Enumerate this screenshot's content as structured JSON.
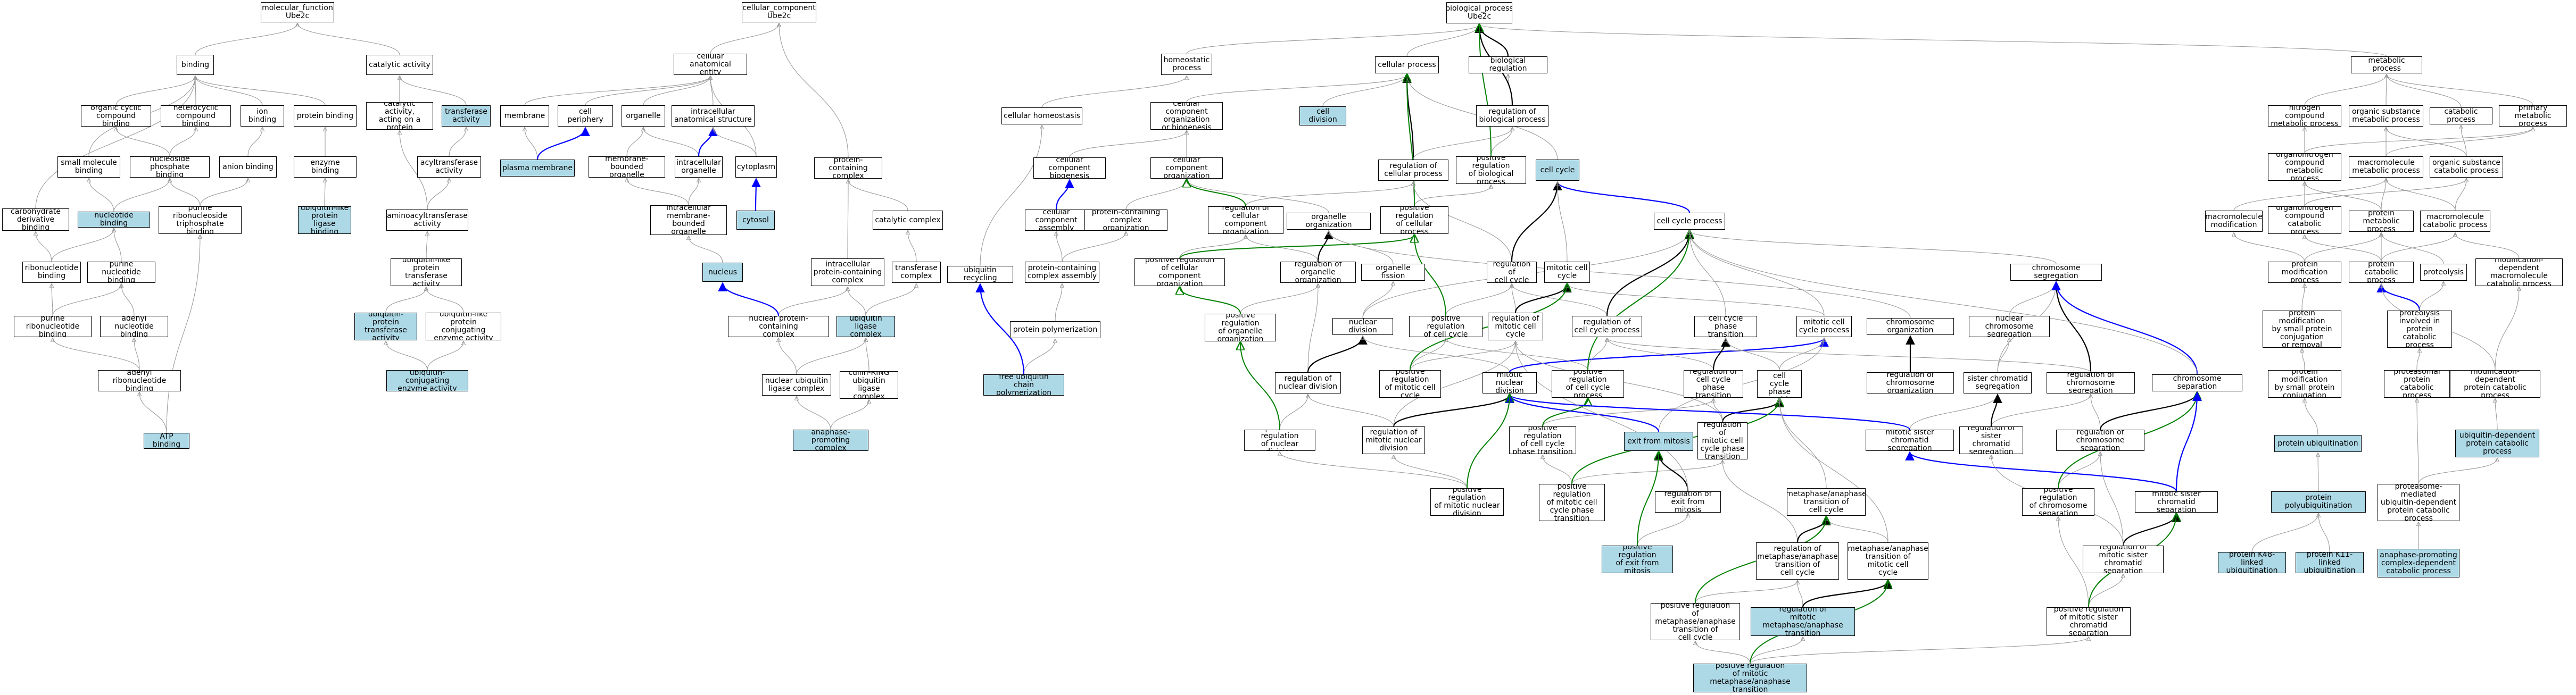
{
  "graph": {
    "colors": {
      "highlight_fill": "#add8e6",
      "edge_gray": "#9a9a9a",
      "edge_black": "#000000",
      "edge_blue": "#0000ff",
      "edge_green": "#008000"
    },
    "nodes": [
      {
        "id": "mf",
        "label": "molecular_function\nUbe2c"
      },
      {
        "id": "binding",
        "label": "binding"
      },
      {
        "id": "catact",
        "label": "catalytic activity"
      },
      {
        "id": "ocb",
        "label": "organic cyclic\ncompound binding"
      },
      {
        "id": "hcb",
        "label": "heterocyclic\ncompound binding"
      },
      {
        "id": "ionb",
        "label": "ion binding"
      },
      {
        "id": "protb",
        "label": "protein binding"
      },
      {
        "id": "cact_prot",
        "label": "catalytic activity,\nacting on a\nprotein"
      },
      {
        "id": "transf",
        "label": "transferase\nactivity",
        "hl": true
      },
      {
        "id": "smb",
        "label": "small molecule\nbinding"
      },
      {
        "id": "npb",
        "label": "nucleoside phosphate\nbinding"
      },
      {
        "id": "anionb",
        "label": "anion binding"
      },
      {
        "id": "enzb",
        "label": "enzyme binding"
      },
      {
        "id": "acyl",
        "label": "acyltransferase\nactivity"
      },
      {
        "id": "carb",
        "label": "carbohydrate\nderivative binding"
      },
      {
        "id": "nucb",
        "label": "nucleotide binding",
        "hl": true
      },
      {
        "id": "prntp",
        "label": "purine ribonucleoside\ntriphosphate\nbinding"
      },
      {
        "id": "ubl_lig",
        "label": "ubiquitin-like\nprotein ligase\nbinding",
        "hl": true
      },
      {
        "id": "aminoacyl",
        "label": "aminoacyltransferase\nactivity"
      },
      {
        "id": "ribonucb",
        "label": "ribonucleotide\nbinding"
      },
      {
        "id": "purnucb",
        "label": "purine nucleotide\nbinding"
      },
      {
        "id": "ublptr",
        "label": "ubiquitin-like\nprotein transferase\nactivity"
      },
      {
        "id": "prnb",
        "label": "purine ribonucleotide\nbinding"
      },
      {
        "id": "adnb",
        "label": "adenyl nucleotide\nbinding"
      },
      {
        "id": "uptr",
        "label": "ubiquitin-protein\ntransferase\nactivity",
        "hl": true
      },
      {
        "id": "ublconj",
        "label": "ubiquitin-like\nprotein conjugating\nenzyme activity"
      },
      {
        "id": "adrnb",
        "label": "adenyl ribonucleotide\nbinding"
      },
      {
        "id": "ubconj",
        "label": "ubiquitin-conjugating\nenzyme activity",
        "hl": true
      },
      {
        "id": "atpb",
        "label": "ATP binding",
        "hl": true
      },
      {
        "id": "cc",
        "label": "cellular_component\nUbe2c"
      },
      {
        "id": "cae",
        "label": "cellular anatomical\nentity"
      },
      {
        "id": "membrane",
        "label": "membrane"
      },
      {
        "id": "cellper",
        "label": "cell periphery"
      },
      {
        "id": "organelle",
        "label": "organelle"
      },
      {
        "id": "icanat",
        "label": "intracellular\nanatomical structure"
      },
      {
        "id": "plasmam",
        "label": "plasma membrane",
        "hl": true
      },
      {
        "id": "mbo",
        "label": "membrane-bounded\norganelle"
      },
      {
        "id": "icorg",
        "label": "intracellular\norganelle"
      },
      {
        "id": "cytoplasm",
        "label": "cytoplasm"
      },
      {
        "id": "icmbo",
        "label": "intracellular\nmembrane-bounded\norganelle"
      },
      {
        "id": "cytosol",
        "label": "cytosol",
        "hl": true
      },
      {
        "id": "nucleus",
        "label": "nucleus",
        "hl": true
      },
      {
        "id": "pcc",
        "label": "protein-containing\ncomplex"
      },
      {
        "id": "catcx",
        "label": "catalytic complex"
      },
      {
        "id": "icpcc",
        "label": "intracellular\nprotein-containing\ncomplex"
      },
      {
        "id": "trcx",
        "label": "transferase\ncomplex"
      },
      {
        "id": "npcc",
        "label": "nuclear protein-containing\ncomplex"
      },
      {
        "id": "ubligcx",
        "label": "ubiquitin ligase\ncomplex",
        "hl": true
      },
      {
        "id": "nuligcx",
        "label": "nuclear ubiquitin\nligase complex"
      },
      {
        "id": "cullin",
        "label": "cullin-RING\nubiquitin ligase\ncomplex"
      },
      {
        "id": "apc",
        "label": "anaphase-promoting\ncomplex",
        "hl": true
      },
      {
        "id": "bp",
        "label": "biological_process\nUbe2c"
      },
      {
        "id": "homeo",
        "label": "homeostatic\nprocess"
      },
      {
        "id": "cellproc",
        "label": "cellular process"
      },
      {
        "id": "celldiv",
        "label": "cell division",
        "hl": true
      },
      {
        "id": "bioreg",
        "label": "biological regulation"
      },
      {
        "id": "regbio",
        "label": "regulation of\nbiological process"
      },
      {
        "id": "metab",
        "label": "metabolic process"
      },
      {
        "id": "cellhomeo",
        "label": "cellular homeostasis"
      },
      {
        "id": "ccob",
        "label": "cellular component\norganization\nor biogenesis"
      },
      {
        "id": "regcell",
        "label": "regulation of\ncellular process"
      },
      {
        "id": "posbio",
        "label": "positive regulation\nof biological\nprocess"
      },
      {
        "id": "cellcycle",
        "label": "cell cycle",
        "hl": true
      },
      {
        "id": "nitro",
        "label": "nitrogen compound\nmetabolic process"
      },
      {
        "id": "osmp",
        "label": "organic substance\nmetabolic process"
      },
      {
        "id": "catab",
        "label": "catabolic process"
      },
      {
        "id": "primmet",
        "label": "primary metabolic\nprocess"
      },
      {
        "id": "ccbio",
        "label": "cellular component\nbiogenesis"
      },
      {
        "id": "cco",
        "label": "cellular component\norganization"
      },
      {
        "id": "orgorg",
        "label": "organelle organization"
      },
      {
        "id": "poscell",
        "label": "positive regulation\nof cellular\nprocess"
      },
      {
        "id": "cellcycproc",
        "label": "cell cycle process"
      },
      {
        "id": "orgnitro",
        "label": "organonitrogen\ncompound metabolic\nprocess"
      },
      {
        "id": "macromet",
        "label": "macromolecule\nmetabolic process"
      },
      {
        "id": "oscat",
        "label": "organic substance\ncatabolic process"
      },
      {
        "id": "ccass",
        "label": "cellular component\nassembly"
      },
      {
        "id": "pccorg",
        "label": "protein-containing\ncomplex organization"
      },
      {
        "id": "regcco",
        "label": "regulation of\ncellular component\norganization"
      },
      {
        "id": "regorg",
        "label": "regulation of\norganelle organization"
      },
      {
        "id": "orgfis",
        "label": "organelle fission"
      },
      {
        "id": "regcc",
        "label": "regulation of\ncell cycle"
      },
      {
        "id": "mitcc",
        "label": "mitotic cell\ncycle"
      },
      {
        "id": "chromseg",
        "label": "chromosome segregation"
      },
      {
        "id": "macmod",
        "label": "macromolecule\nmodification"
      },
      {
        "id": "orgnitrocat",
        "label": "organonitrogen\ncompound catabolic\nprocess"
      },
      {
        "id": "protmet",
        "label": "protein metabolic\nprocess"
      },
      {
        "id": "macrocat",
        "label": "macromolecule\ncatabolic process"
      },
      {
        "id": "ubrecyc",
        "label": "ubiquitin recycling"
      },
      {
        "id": "pccass",
        "label": "protein-containing\ncomplex assembly"
      },
      {
        "id": "posccorg",
        "label": "positive regulation\nof cellular\ncomponent organization"
      },
      {
        "id": "posorg",
        "label": "positive regulation\nof organelle\norganization"
      },
      {
        "id": "nucdiv",
        "label": "nuclear division"
      },
      {
        "id": "posregcc",
        "label": "positive regulation\nof cell cycle"
      },
      {
        "id": "regmitcc",
        "label": "regulation of\nmitotic cell\ncycle"
      },
      {
        "id": "regccproc",
        "label": "regulation of\ncell cycle process"
      },
      {
        "id": "ccptrans",
        "label": "cell cycle phase\ntransition"
      },
      {
        "id": "mitccproc",
        "label": "mitotic cell\ncycle process"
      },
      {
        "id": "chromorg",
        "label": "chromosome organization"
      },
      {
        "id": "nucchromseg",
        "label": "nuclear chromosome\nsegregation"
      },
      {
        "id": "protmod",
        "label": "protein modification\nprocess"
      },
      {
        "id": "protcatab",
        "label": "protein catabolic\nprocess"
      },
      {
        "id": "proteolysis",
        "label": "proteolysis"
      },
      {
        "id": "moddep",
        "label": "modification-dependent\nmacromolecule\ncatabolic process"
      },
      {
        "id": "protpoly",
        "label": "protein polymerization"
      },
      {
        "id": "regnucdiv",
        "label": "regulation of\nnuclear division"
      },
      {
        "id": "posmitcc",
        "label": "positive regulation\nof mitotic cell\ncycle"
      },
      {
        "id": "mitnucdiv",
        "label": "mitotic nuclear\ndivision"
      },
      {
        "id": "posregccproc",
        "label": "positive regulation\nof cell cycle\nprocess"
      },
      {
        "id": "regccptrans",
        "label": "regulation of\ncell cycle phase\ntransition"
      },
      {
        "id": "mitccptrans",
        "label": "mitotic cell\ncycle phase\ntransition"
      },
      {
        "id": "regchromorg",
        "label": "regulation of\nchromosome organization"
      },
      {
        "id": "sischromseg",
        "label": "sister chromatid\nsegregation"
      },
      {
        "id": "regchromseg",
        "label": "regulation of\nchromosome segregation"
      },
      {
        "id": "chromsep",
        "label": "chromosome separation"
      },
      {
        "id": "pmsmall",
        "label": "protein modification\nby small protein\nconjugation\nor removal"
      },
      {
        "id": "proteolcat",
        "label": "proteolysis\ninvolved in\nprotein catabolic\nprocess"
      },
      {
        "id": "freeub",
        "label": "free ubiquitin\nchain polymerization",
        "hl": true
      },
      {
        "id": "posnucdiv",
        "label": "positive regulation\nof nuclear division"
      },
      {
        "id": "regmitnucdiv",
        "label": "regulation of\nmitotic nuclear\ndivision"
      },
      {
        "id": "posccptrans",
        "label": "positive regulation\nof cell cycle\nphase transition"
      },
      {
        "id": "exitmit",
        "label": "exit from mitosis",
        "hl": true
      },
      {
        "id": "regmitccptrans",
        "label": "regulation of\nmitotic cell\ncycle phase\ntransition"
      },
      {
        "id": "mitsisseg",
        "label": "mitotic sister\nchromatid segregation"
      },
      {
        "id": "regsisseg",
        "label": "regulation of\nsister chromatid\nsegregation"
      },
      {
        "id": "regchromsep",
        "label": "regulation of\nchromosome separation"
      },
      {
        "id": "pmsmallconj",
        "label": "protein modification\nby small protein\nconjugation"
      },
      {
        "id": "proteasomal",
        "label": "proteasomal\nprotein catabolic\nprocess"
      },
      {
        "id": "moddepprot",
        "label": "modification-dependent\nprotein catabolic\nprocess"
      },
      {
        "id": "posmitnucdiv",
        "label": "positive regulation\nof mitotic nuclear\ndivision"
      },
      {
        "id": "posmitccptrans",
        "label": "positive regulation\nof mitotic cell\ncycle phase\ntransition"
      },
      {
        "id": "regexitmit",
        "label": "regulation of\nexit from mitosis"
      },
      {
        "id": "metaana",
        "label": "metaphase/anaphase\ntransition of\ncell cycle"
      },
      {
        "id": "posregchromsep",
        "label": "positive regulation\nof chromosome\nseparation"
      },
      {
        "id": "mitsissep",
        "label": "mitotic sister\nchromatid separation"
      },
      {
        "id": "protub",
        "label": "protein ubiquitination",
        "hl": true
      },
      {
        "id": "ubdepcat",
        "label": "ubiquitin-dependent\nprotein catabolic\nprocess",
        "hl": true
      },
      {
        "id": "posexitmit",
        "label": "positive regulation\nof exit from\nmitosis",
        "hl": true
      },
      {
        "id": "regmetaana",
        "label": "regulation of\nmetaphase/anaphase\ntransition of\ncell cycle"
      },
      {
        "id": "metaanamit",
        "label": "metaphase/anaphase\ntransition of\nmitotic cell\ncycle"
      },
      {
        "id": "regmitsissep",
        "label": "regulation of\nmitotic sister\nchromatid separation"
      },
      {
        "id": "protpolyub",
        "label": "protein polyubiquitination",
        "hl": true
      },
      {
        "id": "proteasomeub",
        "label": "proteasome-mediated\nubiquitin-dependent\nprotein catabolic\nprocess"
      },
      {
        "id": "posmetaana",
        "label": "positive regulation\nof metaphase/anaphase\ntransition of\ncell cycle"
      },
      {
        "id": "regmitmetaana",
        "label": "regulation of\nmitotic metaphase/anaphase\ntransition",
        "hl": true
      },
      {
        "id": "posmitsissep",
        "label": "positive regulation\nof mitotic sister\nchromatid separation"
      },
      {
        "id": "k48",
        "label": "protein K48-linked\nubiquitination",
        "hl": true
      },
      {
        "id": "k11",
        "label": "protein K11-linked\nubiquitination",
        "hl": true
      },
      {
        "id": "apcdep",
        "label": "anaphase-promoting\ncomplex-dependent\ncatabolic process",
        "hl": true
      },
      {
        "id": "posmitmetaana",
        "label": "positive regulation\nof mitotic metaphase/anaphase\ntransition",
        "hl": true
      }
    ]
  }
}
